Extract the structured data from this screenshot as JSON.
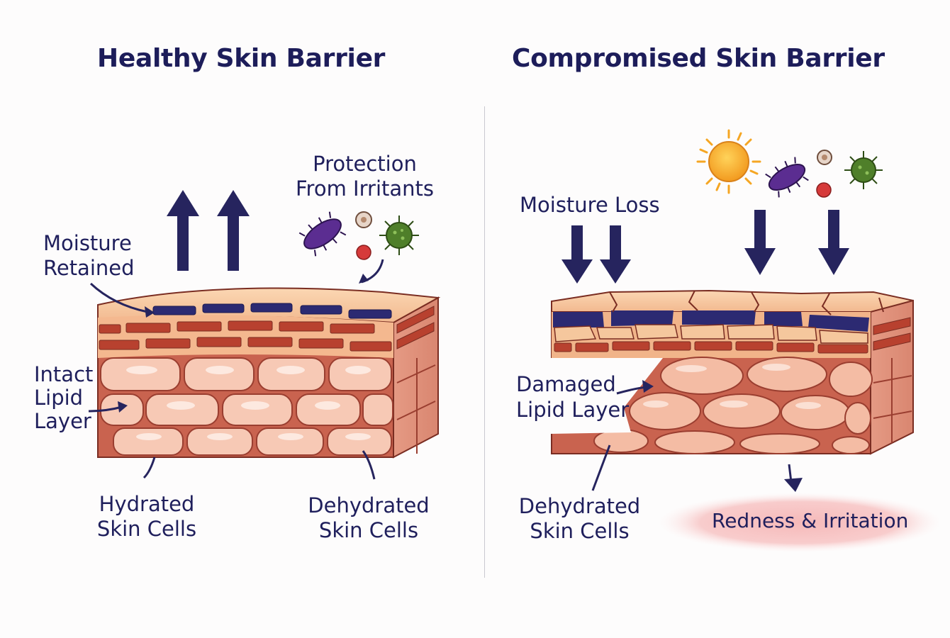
{
  "healthy": {
    "title": "Healthy Skin Barrier",
    "moisture_line1": "Moisture",
    "moisture_line2": "Retained",
    "protection_line1": "Protection",
    "protection_line2": "From Irritants",
    "lipid_line1": "Intact",
    "lipid_line2": "Lipid",
    "lipid_line3": "Layer",
    "hydrated_line1": "Hydrated",
    "hydrated_line2": "Skin Cells",
    "dehydrated_line1": "Dehydrated",
    "dehydrated_line2": "Skin Cells"
  },
  "compromised": {
    "title": "Compromised Skin Barrier",
    "moisture_loss": "Moisture Loss",
    "damaged_line1": "Damaged",
    "damaged_line2": "Lipid Layer",
    "dehydrated_line1": "Dehydrated",
    "dehydrated_line2": "Skin Cells",
    "redness": "Redness & Irritation"
  },
  "colors": {
    "ink": "#1f1f5c",
    "arrow": "#26245e",
    "lipid_blue": "#2c2a72",
    "brick": "#b8412f",
    "cell": "#f7c9b5",
    "sun": "#f5a623",
    "bacteria_purple": "#5b2d91",
    "virus_green": "#4f7f2a",
    "redness": "#f6c6c6"
  },
  "icons": [
    "up-arrow-icon",
    "down-arrow-icon",
    "bacteria-icon",
    "virus-icon",
    "pollen-icon",
    "sun-icon"
  ]
}
